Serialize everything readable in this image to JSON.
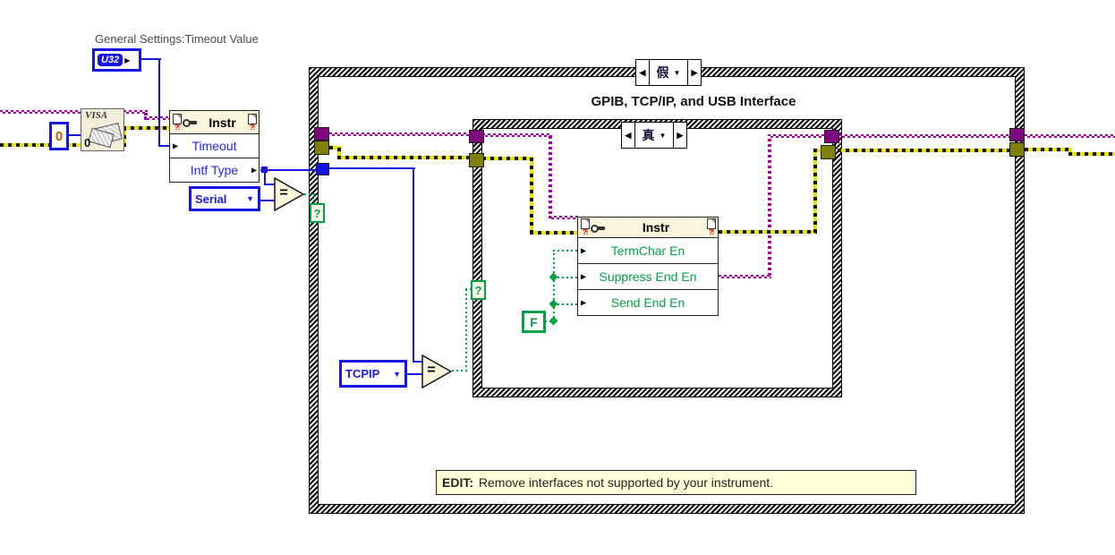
{
  "labels": {
    "free_label": "General Settings:Timeout Value",
    "outer_case_title": "GPIB, TCP/IP, and USB Interface"
  },
  "constants": {
    "u32_terminal": "U32",
    "zero": "0",
    "serial_enum": "Serial",
    "tcpip_enum": "TCPIP",
    "false_const": "F"
  },
  "visa_icon": {
    "label": "VISA",
    "digit": "0"
  },
  "outer_case": {
    "selector_label": "假"
  },
  "inner_case": {
    "selector_label": "真"
  },
  "property_node_outer": {
    "title": "Instr",
    "rows": [
      {
        "label": "Timeout"
      },
      {
        "label": "Intf Type"
      }
    ]
  },
  "property_node_inner": {
    "title": "Instr",
    "rows": [
      {
        "label": "TermChar En"
      },
      {
        "label": "Suppress End En"
      },
      {
        "label": "Send End En"
      }
    ]
  },
  "edit_note": {
    "prefix": "EDIT:",
    "text": " Remove interfaces not supported by your instrument."
  },
  "icons": {
    "input_arrow": "▶",
    "output_arrow": "▶",
    "dec_arrow": "◀",
    "inc_arrow": "▶",
    "dropdown_arrow": "▼",
    "equals": "=",
    "question": "?",
    "ref_badge": "?!"
  },
  "colors": {
    "visa_wire": "#A402A4",
    "error_wire": "#E8E303",
    "numeric_wire": "#1414E6",
    "boolean_wire": "#00A244",
    "node_header_bg": "#FAF6DC",
    "edit_note_bg": "#FFFFD8"
  }
}
